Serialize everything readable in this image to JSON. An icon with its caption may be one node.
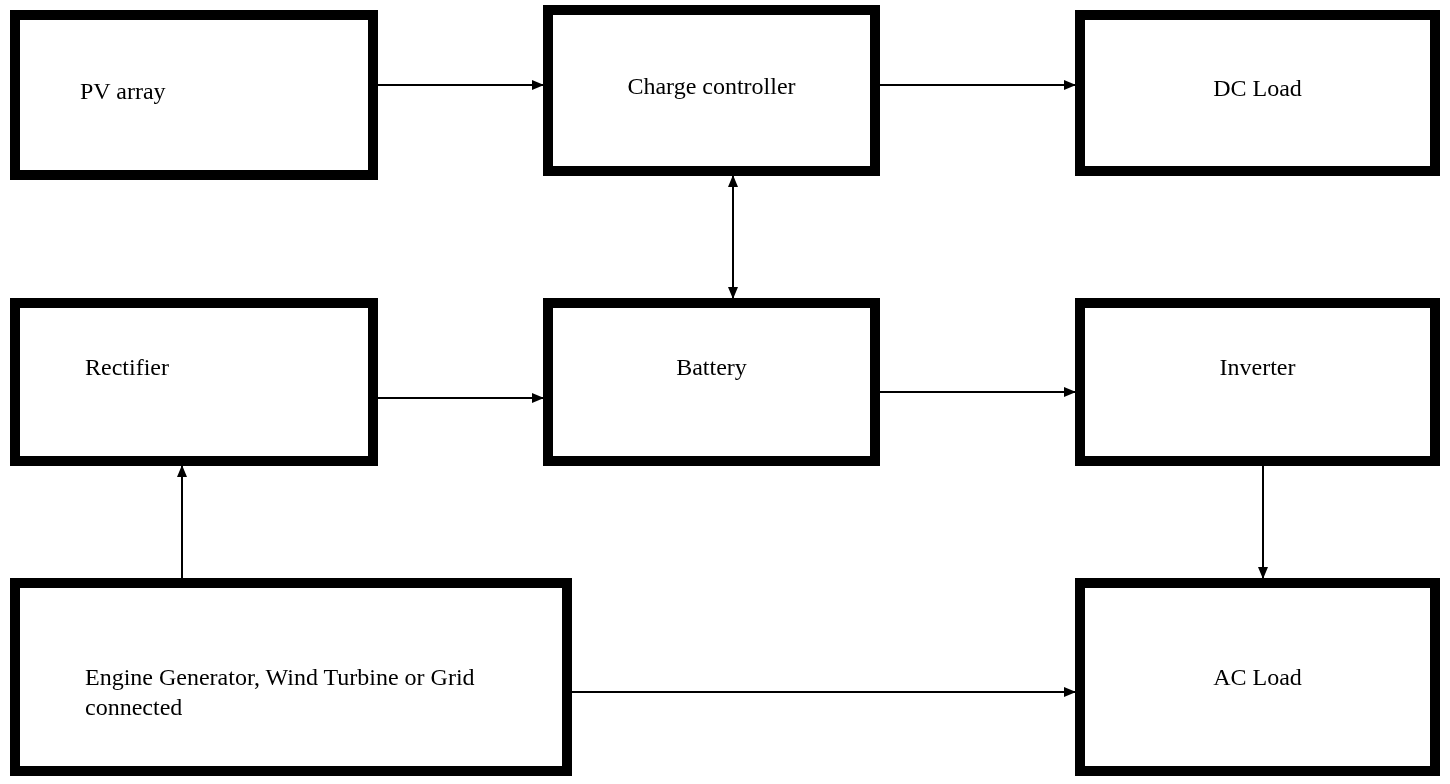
{
  "diagram": {
    "nodes": [
      {
        "text": [
          "PV array"
        ]
      },
      {
        "text": [
          "Charge controller"
        ]
      },
      {
        "text": [
          "DC Load"
        ]
      },
      {
        "text": [
          "Rectifier"
        ]
      },
      {
        "text": [
          "Battery"
        ]
      },
      {
        "text": [
          "Inverter"
        ]
      },
      {
        "text": [
          "Engine Generator, Wind Turbine or Grid connected"
        ]
      },
      {
        "text": [
          "AC Load"
        ]
      }
    ],
    "edges": [
      {
        "from": 0,
        "to": 1,
        "arrow": "to"
      },
      {
        "from": 1,
        "to": 2,
        "arrow": "to"
      },
      {
        "from": 1,
        "to": 4,
        "arrow": "both"
      },
      {
        "from": 3,
        "to": 4,
        "arrow": "to"
      },
      {
        "from": 4,
        "to": 5,
        "arrow": "to"
      },
      {
        "from": 5,
        "to": 7,
        "arrow": "to"
      },
      {
        "from": 6,
        "to": 3,
        "arrow": "to"
      },
      {
        "from": 6,
        "to": 7,
        "arrow": "to"
      }
    ]
  }
}
